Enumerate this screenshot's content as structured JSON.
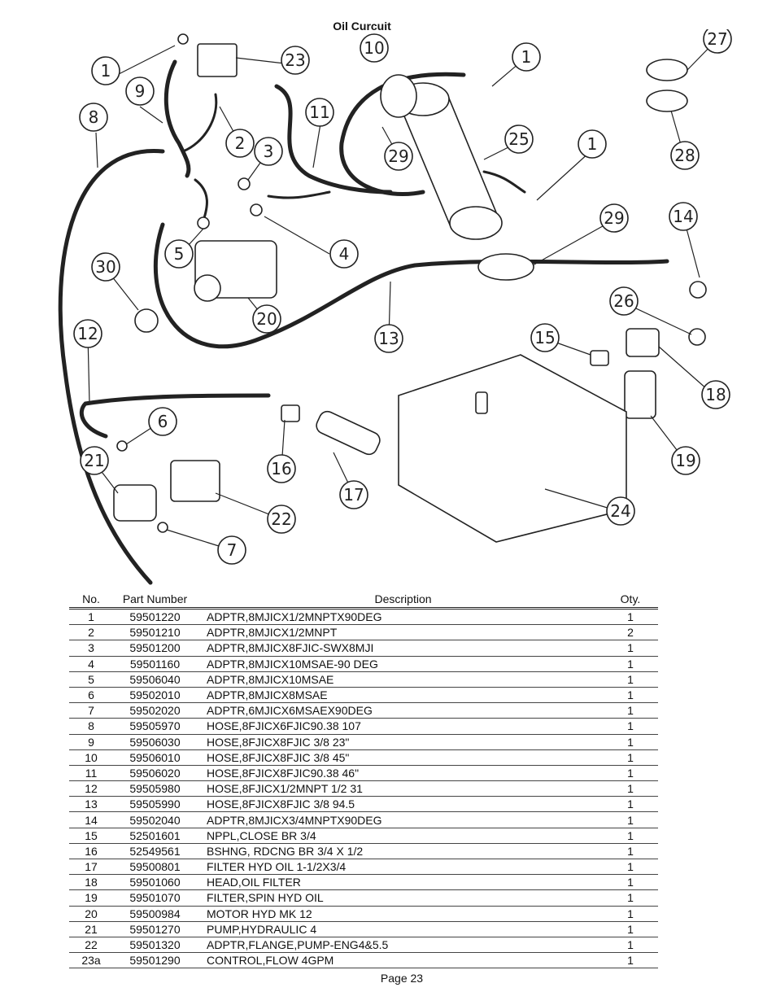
{
  "title": "Oil Curcuit",
  "callouts": [
    "1",
    "23",
    "10",
    "1",
    "27",
    "9",
    "8",
    "2",
    "3",
    "11",
    "29",
    "25",
    "1",
    "28",
    "5",
    "4",
    "30",
    "20",
    "29",
    "14",
    "12",
    "13",
    "26",
    "15",
    "18",
    "6",
    "16",
    "17",
    "19",
    "21",
    "22",
    "24",
    "7"
  ],
  "table": {
    "headers": {
      "no": "No.",
      "part_number": "Part Number",
      "description": "Description",
      "qty": "Oty."
    },
    "rows": [
      {
        "no": "1",
        "pn": "59501220",
        "desc": "ADPTR,8MJICX1/2MNPTX90DEG",
        "qty": "1"
      },
      {
        "no": "2",
        "pn": "59501210",
        "desc": "ADPTR,8MJICX1/2MNPT",
        "qty": "2"
      },
      {
        "no": "3",
        "pn": "59501200",
        "desc": "ADPTR,8MJICX8FJIC-SWX8MJI",
        "qty": "1"
      },
      {
        "no": "4",
        "pn": "59501160",
        "desc": "ADPTR,8MJICX10MSAE-90 DEG",
        "qty": "1"
      },
      {
        "no": "5",
        "pn": "59506040",
        "desc": "ADPTR,8MJICX10MSAE",
        "qty": "1"
      },
      {
        "no": "6",
        "pn": "59502010",
        "desc": "ADPTR,8MJICX8MSAE",
        "qty": "1"
      },
      {
        "no": "7",
        "pn": "59502020",
        "desc": "ADPTR,6MJICX6MSAEX90DEG",
        "qty": "1"
      },
      {
        "no": "8",
        "pn": "59505970",
        "desc": "HOSE,8FJICX6FJIC90.38 107",
        "qty": "1"
      },
      {
        "no": "9",
        "pn": "59506030",
        "desc": "HOSE,8FJICX8FJIC 3/8 23\"",
        "qty": "1"
      },
      {
        "no": "10",
        "pn": "59506010",
        "desc": "HOSE,8FJICX8FJIC 3/8 45\"",
        "qty": "1"
      },
      {
        "no": "11",
        "pn": "59506020",
        "desc": "HOSE,8FJICX8FJIC90.38 46\"",
        "qty": "1"
      },
      {
        "no": "12",
        "pn": "59505980",
        "desc": "HOSE,8FJICX1/2MNPT 1/2 31",
        "qty": "1"
      },
      {
        "no": "13",
        "pn": "59505990",
        "desc": "HOSE,8FJICX8FJIC 3/8 94.5",
        "qty": "1"
      },
      {
        "no": "14",
        "pn": "59502040",
        "desc": "ADPTR,8MJICX3/4MNPTX90DEG",
        "qty": "1"
      },
      {
        "no": "15",
        "pn": "52501601",
        "desc": "NPPL,CLOSE BR 3/4",
        "qty": "1"
      },
      {
        "no": "16",
        "pn": "52549561",
        "desc": "BSHNG, RDCNG BR 3/4 X 1/2",
        "qty": "1"
      },
      {
        "no": "17",
        "pn": "59500801",
        "desc": "FILTER HYD OIL 1-1/2X3/4",
        "qty": "1"
      },
      {
        "no": "18",
        "pn": "59501060",
        "desc": "HEAD,OIL FILTER",
        "qty": "1"
      },
      {
        "no": "19",
        "pn": "59501070",
        "desc": "FILTER,SPIN HYD OIL",
        "qty": "1"
      },
      {
        "no": "20",
        "pn": "59500984",
        "desc": "MOTOR HYD MK 12",
        "qty": "1"
      },
      {
        "no": "21",
        "pn": "59501270",
        "desc": "PUMP,HYDRAULIC 4",
        "qty": "1"
      },
      {
        "no": "22",
        "pn": "59501320",
        "desc": "ADPTR,FLANGE,PUMP-ENG4&5.5",
        "qty": "1"
      },
      {
        "no": "23a",
        "pn": "59501290",
        "desc": "CONTROL,FLOW 4GPM",
        "qty": "1"
      }
    ]
  },
  "footer": {
    "page": "Page 23"
  }
}
